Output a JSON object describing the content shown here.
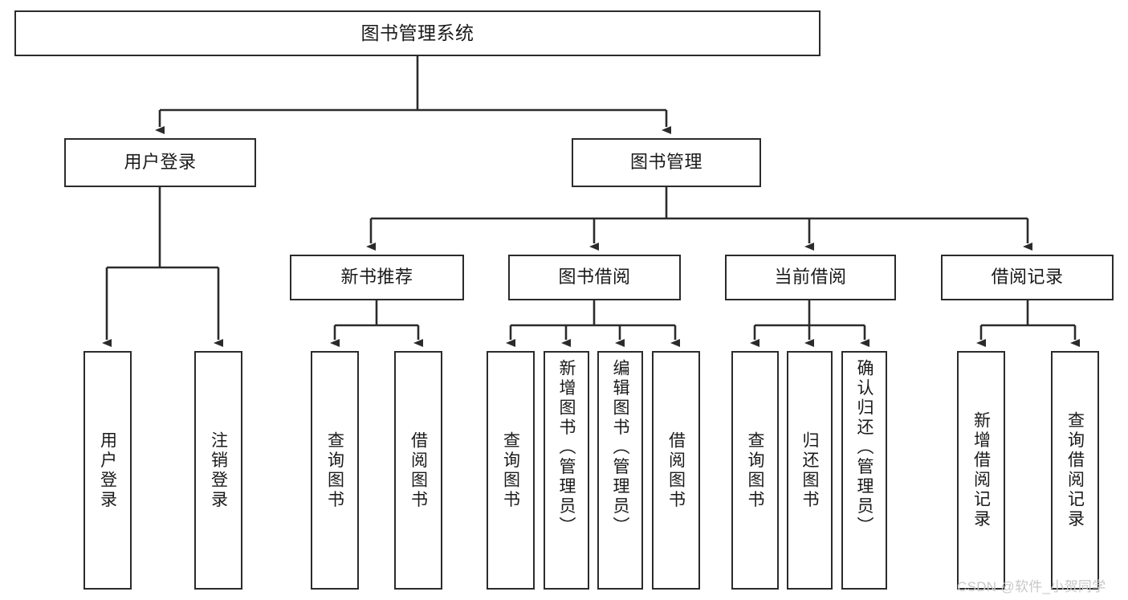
{
  "diagram": {
    "title": "图书管理系统",
    "type": "tree-hierarchy-chart",
    "colors": {
      "box_border": "#2b2b2b",
      "box_fill": "#ffffff",
      "edge": "#2b2b2b",
      "text": "#1a1a1a",
      "watermark": "#c8c8c8",
      "background": "#ffffff"
    },
    "nodes": {
      "root": {
        "label": "图书管理系统"
      },
      "level1": [
        {
          "label": "用户登录"
        },
        {
          "label": "图书管理"
        }
      ],
      "level2": [
        {
          "label": "新书推荐"
        },
        {
          "label": "图书借阅"
        },
        {
          "label": "当前借阅"
        },
        {
          "label": "借阅记录"
        }
      ],
      "leaves": {
        "user_login": [
          {
            "label": "用户登录"
          },
          {
            "label": "注销登录"
          }
        ],
        "new_book_recommend": [
          {
            "label": "查询图书"
          },
          {
            "label": "借阅图书"
          }
        ],
        "book_borrow": [
          {
            "label": "查询图书"
          },
          {
            "label": "新增图书（管理员）"
          },
          {
            "label": "编辑图书（管理员）"
          },
          {
            "label": "借阅图书"
          }
        ],
        "current_borrow": [
          {
            "label": "查询图书"
          },
          {
            "label": "归还图书"
          },
          {
            "label": "确认归还（管理员）"
          }
        ],
        "borrow_record": [
          {
            "label": "新增借阅记录"
          },
          {
            "label": "查询借阅记录"
          }
        ]
      }
    },
    "watermark": "CSDN @软件_小贺同学"
  }
}
